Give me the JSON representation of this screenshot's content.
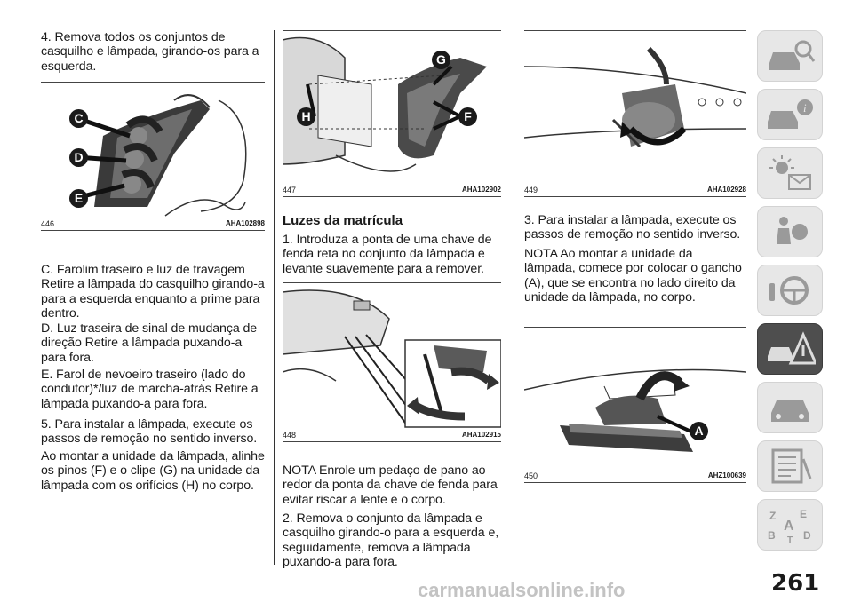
{
  "col1": {
    "step4": "4. Remova todos os conjuntos de casquilho e lâmpada, girando-os para a esquerda.",
    "fig446": {
      "num": "446",
      "code": "AHA102898",
      "labels": [
        "C",
        "D",
        "E"
      ]
    },
    "itemC": "C. Farolim traseiro e luz de travagem Retire a lâmpada do casquilho girando-a para a esquerda enquanto a prime para dentro.",
    "itemD": "D. Luz traseira de sinal de mudança de direção Retire a lâmpada puxando-a para fora.",
    "itemE": "E. Farol de nevoeiro traseiro (lado do condutor)*/luz de marcha-atrás Retire a lâmpada puxando-a para fora.",
    "step5": "5. Para instalar a lâmpada, execute os passos de remoção no sentido inverso.",
    "note": "Ao montar a unidade da lâmpada, alinhe os pinos (F) e o clipe (G) na unidade da lâmpada com os orifícios (H) no corpo."
  },
  "col2": {
    "fig447": {
      "num": "447",
      "code": "AHA102902",
      "labels": [
        "G",
        "H",
        "F"
      ]
    },
    "heading": "Luzes da matrícula",
    "step1": "1. Introduza a ponta de uma chave de fenda reta no conjunto da lâmpada e levante suavemente para a remover.",
    "fig448": {
      "num": "448",
      "code": "AHA102915"
    },
    "nota": "NOTA  Enrole um pedaço de pano ao redor da ponta da chave de fenda para evitar riscar a lente e o corpo.",
    "step2": "2. Remova o conjunto da lâmpada e casquilho girando-o para a esquerda e, seguidamente, remova a lâmpada puxando-a para fora."
  },
  "col3": {
    "fig449": {
      "num": "449",
      "code": "AHA102928"
    },
    "step3": "3. Para instalar a lâmpada, execute os passos de remoção no sentido inverso.",
    "nota": "NOTA  Ao montar a unidade da lâmpada, comece por colocar o gancho (A), que se encontra no lado direito da unidade da lâmpada, no corpo.",
    "fig450": {
      "num": "450",
      "code": "AHZ100639",
      "labels": [
        "A"
      ]
    }
  },
  "sidebar": {
    "icons": [
      "car-search-icon",
      "car-info-icon",
      "dashboard-lights-icon",
      "airbag-icon",
      "steering-wheel-icon",
      "car-warning-triangle-icon",
      "car-service-icon",
      "specifications-list-icon",
      "alphabetical-index-icon"
    ],
    "active_index": 5,
    "active_color": "#4e4e4e",
    "inactive_color": "#e7e7e7"
  },
  "page_number": "261",
  "watermark": "carmanualsonline.info"
}
